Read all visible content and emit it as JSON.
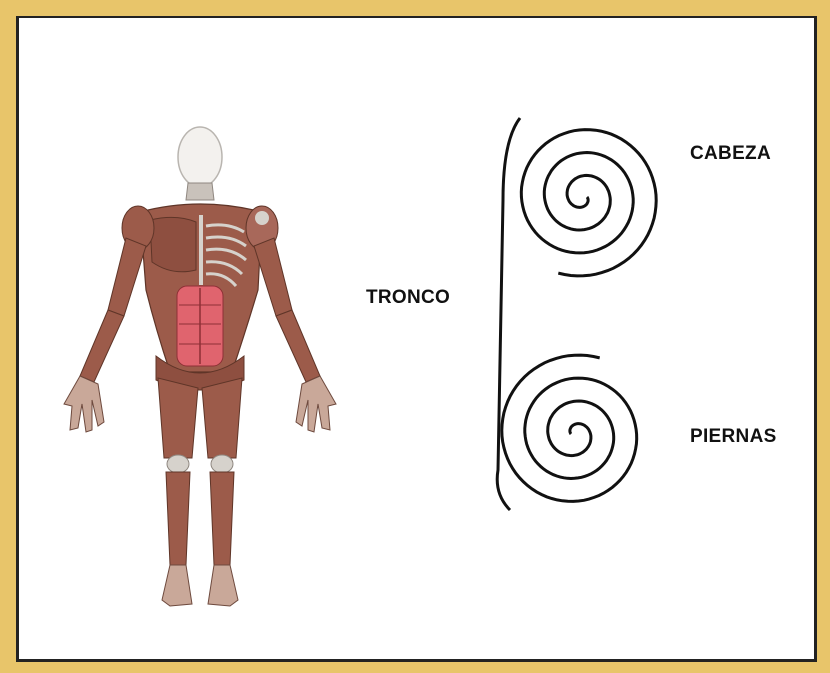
{
  "diagram": {
    "labels": {
      "head": "CABEZA",
      "trunk": "TRONCO",
      "legs": "PIERNAS"
    },
    "colors": {
      "frame": "#e8c56a",
      "muscle": "#9c5b4a",
      "abs": "#e0646e",
      "bone": "#d6d2cc",
      "line": "#111111"
    }
  }
}
